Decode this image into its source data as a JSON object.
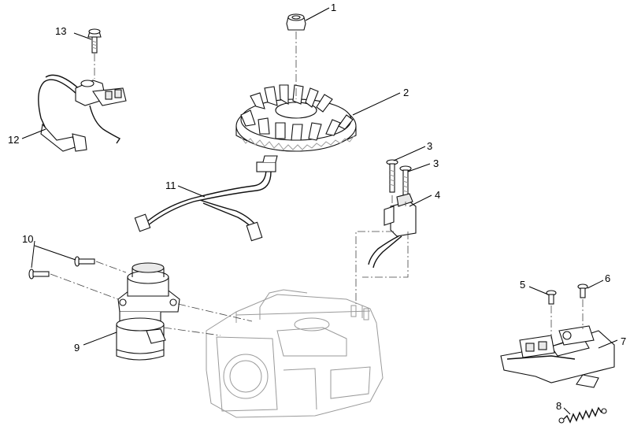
{
  "diagram": {
    "callouts": [
      {
        "id": "c1",
        "text": "1"
      },
      {
        "id": "c2",
        "text": "2"
      },
      {
        "id": "c3a",
        "text": "3"
      },
      {
        "id": "c3b",
        "text": "3"
      },
      {
        "id": "c4",
        "text": "4"
      },
      {
        "id": "c5",
        "text": "5"
      },
      {
        "id": "c6",
        "text": "6"
      },
      {
        "id": "c7",
        "text": "7"
      },
      {
        "id": "c8",
        "text": "8"
      },
      {
        "id": "c9",
        "text": "9"
      },
      {
        "id": "c10",
        "text": "10"
      },
      {
        "id": "c11",
        "text": "11"
      },
      {
        "id": "c12",
        "text": "12"
      },
      {
        "id": "c13",
        "text": "13"
      }
    ]
  }
}
